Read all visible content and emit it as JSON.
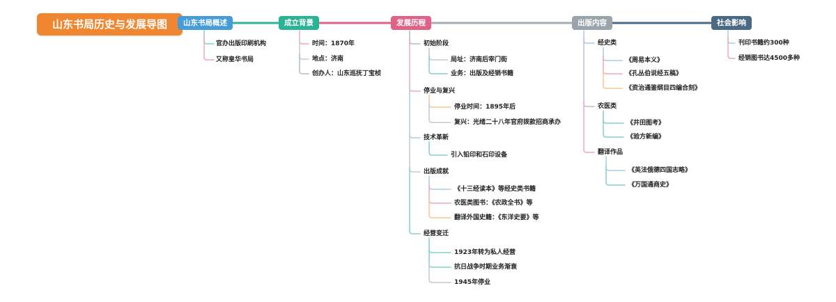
{
  "title": "山东书局历史与发展导图",
  "colors": {
    "root": "#f0862f",
    "overview": "#459cd9",
    "background": "#2ab394",
    "development": "#e06287",
    "publications": "#9aa5ab",
    "impact": "#4a6984",
    "connector_teal": "#84d0c8",
    "connector_pink": "#f0a7b8",
    "connector_orange": "#f6c98f",
    "connector_blue": "#a8cbe8",
    "connector_gray": "#c3c9ce"
  },
  "branches": [
    {
      "label": "山东书局概述",
      "children": [
        {
          "label": "官办出版印刷机构"
        },
        {
          "label": "又称皇华书局"
        }
      ]
    },
    {
      "label": "成立背景",
      "children": [
        {
          "label": "时间：1870年"
        },
        {
          "label": "地点：济南"
        },
        {
          "label": "创办人：山东巡抚丁宝桢"
        }
      ]
    },
    {
      "label": "发展历程",
      "children": [
        {
          "label": "初始阶段",
          "children": [
            {
              "label": "局址：济南后宰门街"
            },
            {
              "label": "业务：出版及经销书籍"
            }
          ]
        },
        {
          "label": "停业与复兴",
          "children": [
            {
              "label": "停业时间：1895年后"
            },
            {
              "label": "复兴：光绪二十八年官府拨款招商承办"
            }
          ]
        },
        {
          "label": "技术革新",
          "children": [
            {
              "label": "引入铅印和石印设备"
            }
          ]
        },
        {
          "label": "出版成就",
          "children": [
            {
              "label": "《十三经读本》等经史类书籍"
            },
            {
              "label": "农医类图书：《农政全书》等"
            },
            {
              "label": "翻译外国史籍：《东洋史要》等"
            }
          ]
        },
        {
          "label": "经营变迁",
          "children": [
            {
              "label": "1923年转为私人经营"
            },
            {
              "label": "抗日战争时期业务渐衰"
            },
            {
              "label": "1945年停业"
            }
          ]
        }
      ]
    },
    {
      "label": "出版内容",
      "children": [
        {
          "label": "经史类",
          "children": [
            {
              "label": "《周易本义》"
            },
            {
              "label": "《孔丛伯说经五稿》"
            },
            {
              "label": "《资治通鉴纲目四编合刻》"
            }
          ]
        },
        {
          "label": "农医类",
          "children": [
            {
              "label": "《井田图考》"
            },
            {
              "label": "《验方新编》"
            }
          ]
        },
        {
          "label": "翻译作品",
          "children": [
            {
              "label": "《英法俄德四国志略》"
            },
            {
              "label": "《万国通商史》"
            }
          ]
        }
      ]
    },
    {
      "label": "社会影响",
      "children": [
        {
          "label": "刊印书籍约300种"
        },
        {
          "label": "经销图书达4500多种"
        }
      ]
    }
  ]
}
